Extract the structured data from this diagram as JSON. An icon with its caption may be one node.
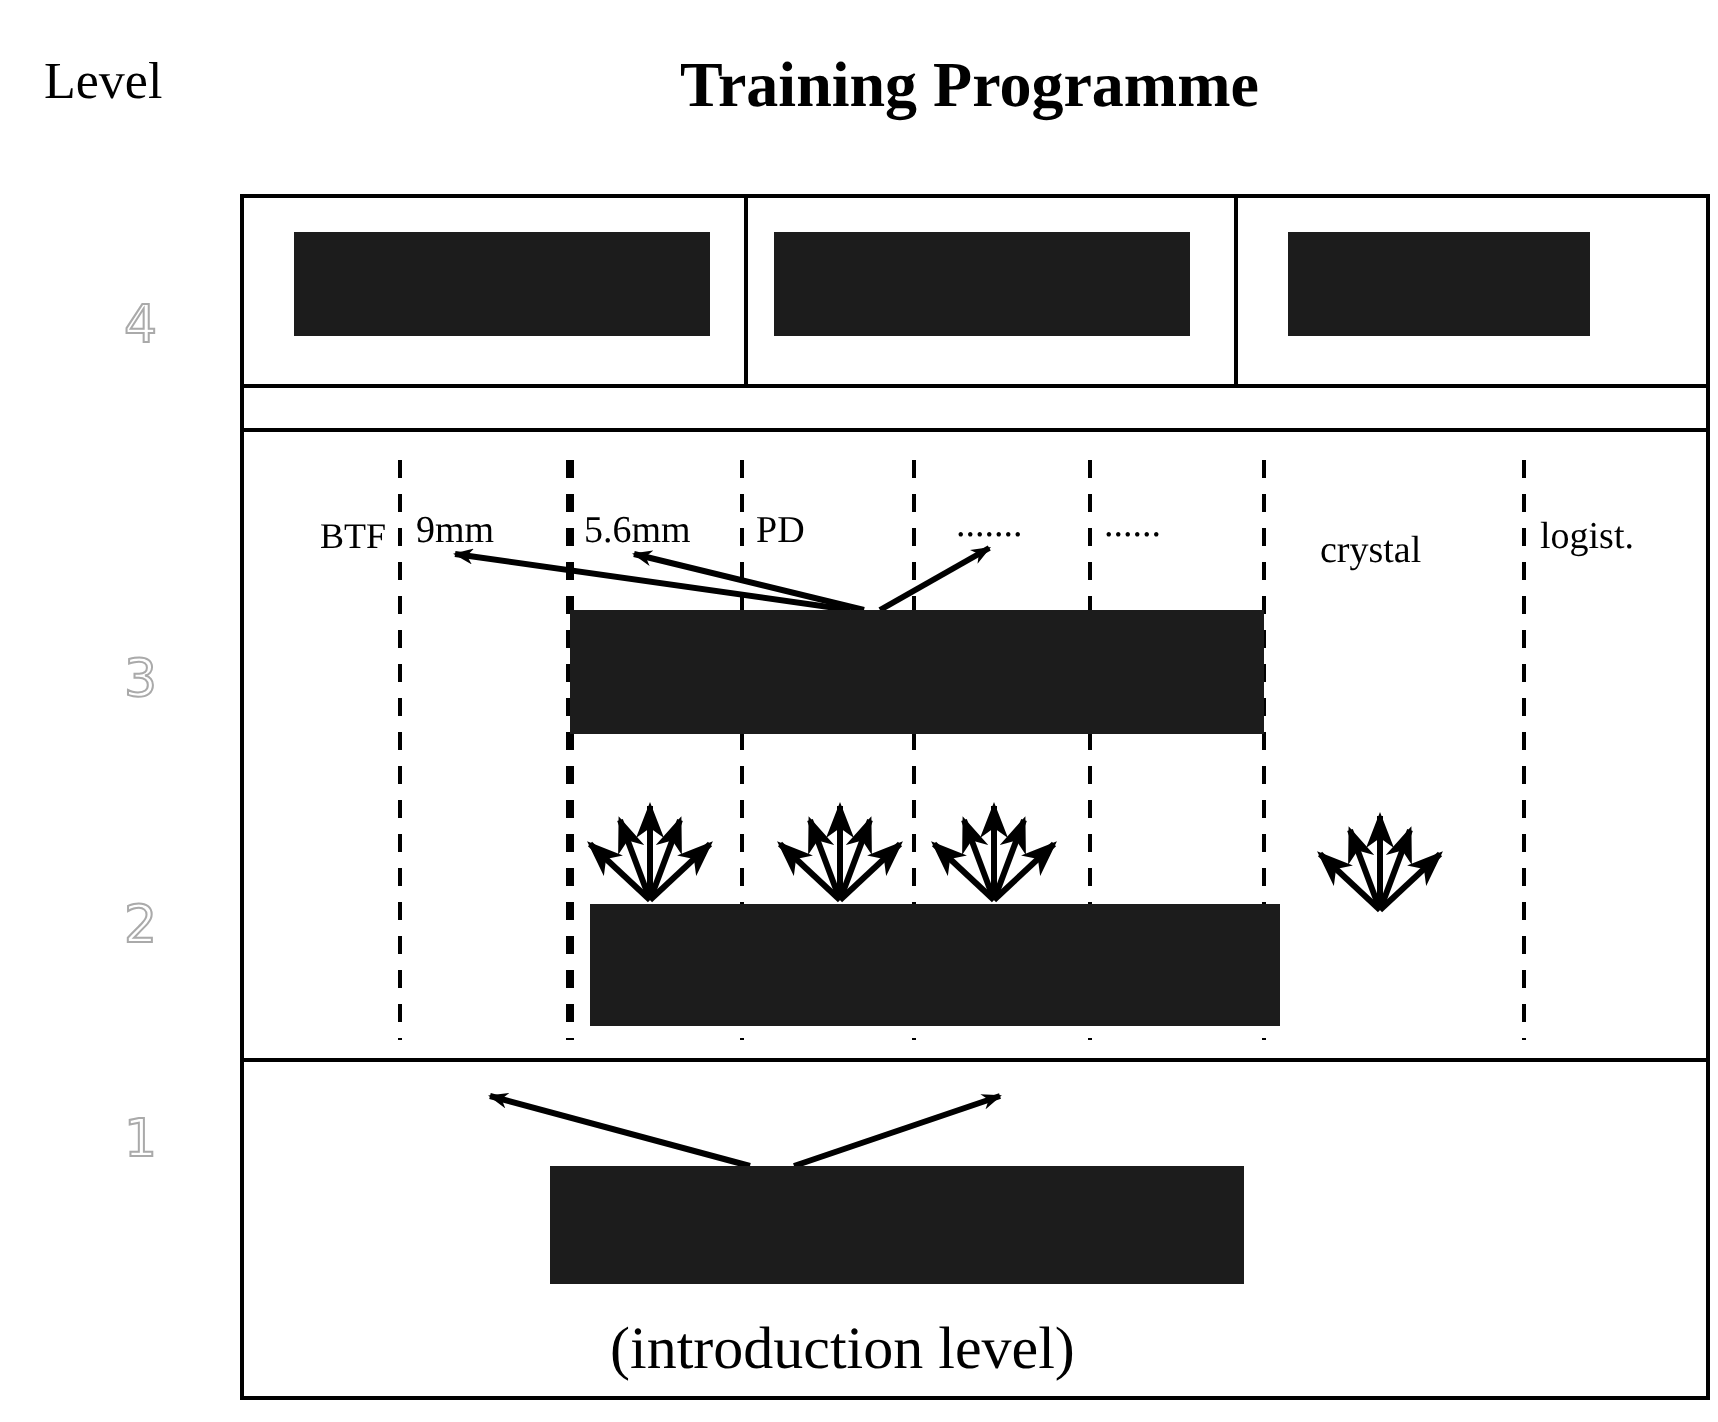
{
  "diagram": {
    "title": "Training Programme",
    "nodes": [
      {
        "text": [],
        "shape": "bar"
      },
      {
        "text": [],
        "shape": "bar"
      },
      {
        "text": [],
        "shape": "bar"
      },
      {
        "text": [
          "9mm"
        ]
      },
      {
        "text": [
          "5.6mm"
        ]
      },
      {
        "text": [
          "......."
        ]
      },
      {
        "text": [],
        "shape": "bar"
      },
      {
        "text": [],
        "shape": "bar"
      },
      {
        "text": [],
        "shape": "bar"
      }
    ],
    "edges": [
      {
        "from": 6,
        "to": 3,
        "arrow": "to"
      },
      {
        "from": 6,
        "to": 4,
        "arrow": "to"
      },
      {
        "from": 6,
        "to": 5,
        "arrow": "to"
      },
      {
        "from": 8,
        "to": null,
        "arrow": "to"
      },
      {
        "from": 8,
        "to": null,
        "arrow": "to"
      }
    ],
    "labels": [
      "Level",
      "4",
      "3",
      "2",
      "1",
      "BTF",
      "PD",
      "......",
      "crystal",
      "logist.",
      "(introduction level)"
    ]
  }
}
